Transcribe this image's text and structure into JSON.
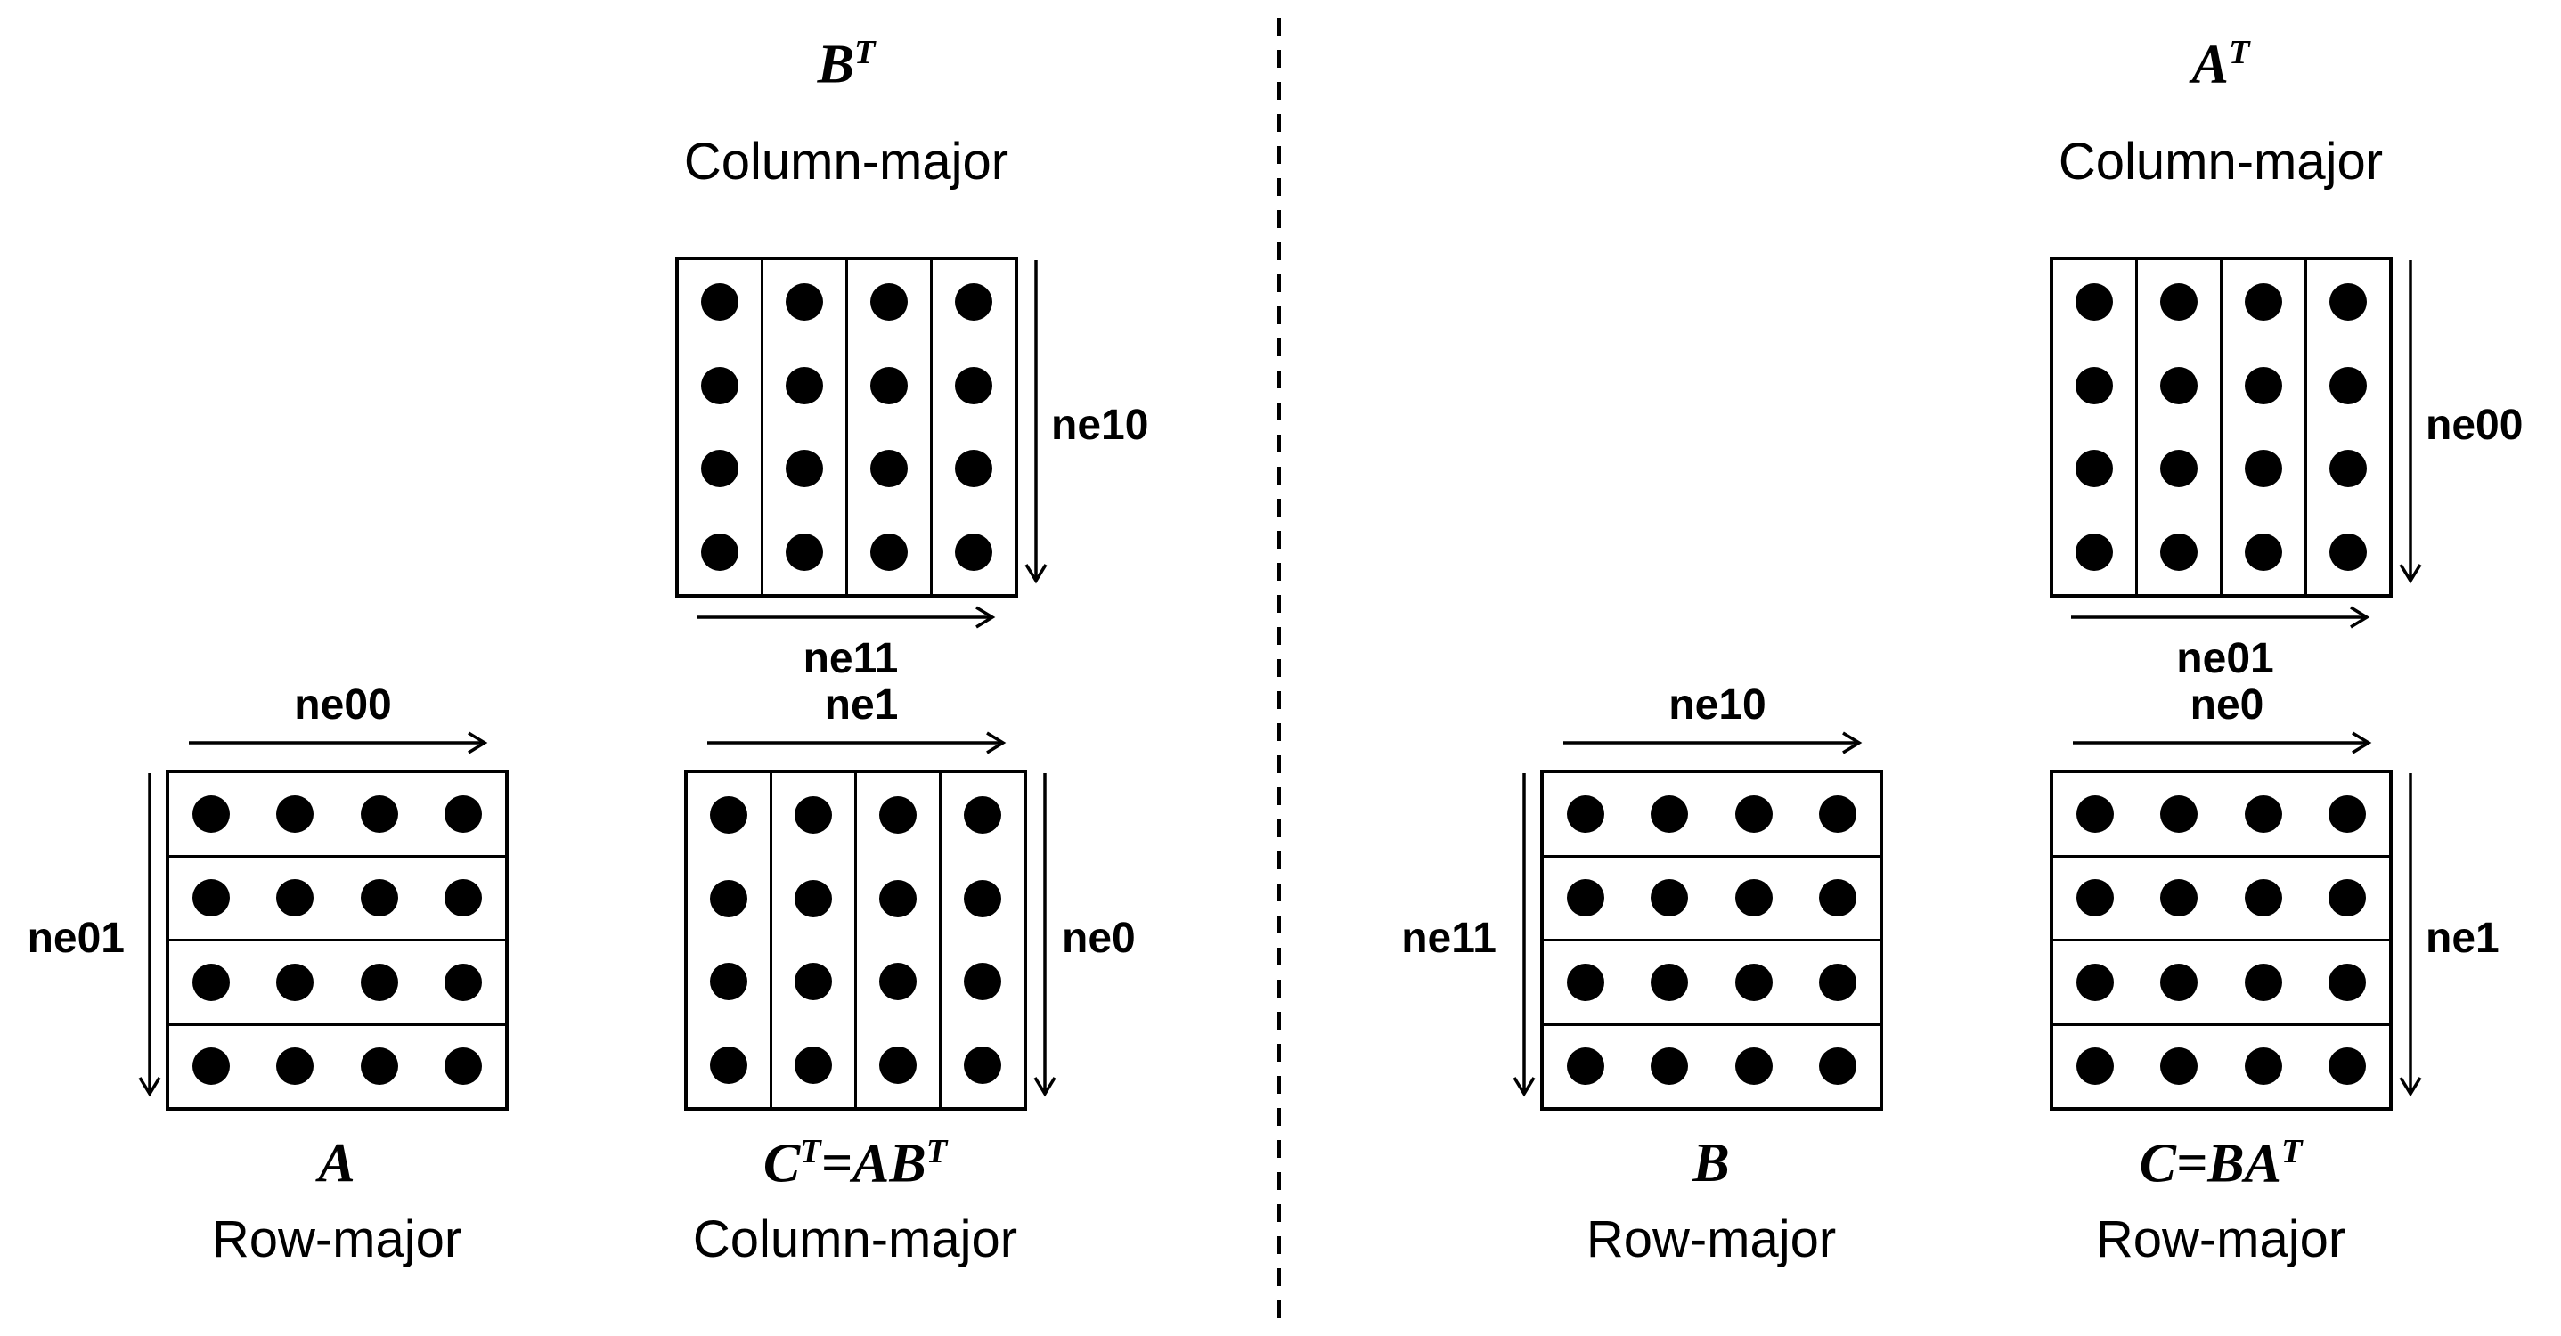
{
  "grid": {
    "rows": 4,
    "cols": 4
  },
  "colors": {
    "ink": "#000000",
    "background": "#ffffff"
  },
  "left_panel": {
    "b_transpose": {
      "title": "B^T",
      "storage": "Column-major",
      "dim_down": "ne10",
      "dim_across": "ne11"
    },
    "a": {
      "title": "A",
      "storage": "Row-major",
      "dim_across": "ne00",
      "dim_down": "ne01"
    },
    "c_transpose": {
      "title": "C^T=AB^T",
      "storage": "Column-major",
      "dim_across": "ne1",
      "dim_down": "ne0"
    }
  },
  "right_panel": {
    "a_transpose": {
      "title": "A^T",
      "storage": "Column-major",
      "dim_down": "ne00",
      "dim_across": "ne01"
    },
    "b": {
      "title": "B",
      "storage": "Row-major",
      "dim_across": "ne10",
      "dim_down": "ne11"
    },
    "c": {
      "title": "C=BA^T",
      "storage": "Row-major",
      "dim_across": "ne0",
      "dim_down": "ne1"
    }
  }
}
